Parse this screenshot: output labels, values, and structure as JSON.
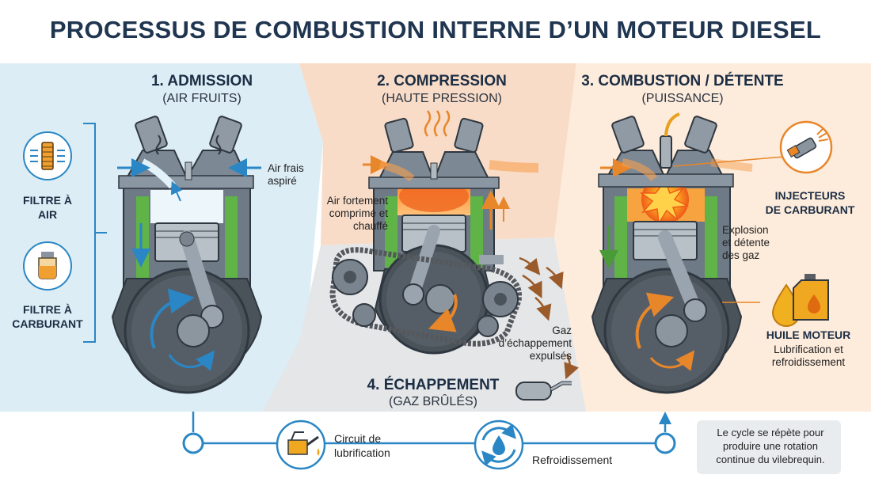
{
  "title": "PROCESSUS DE COMBUSTION INTERNE D’UN MOTEUR DIESEL",
  "stages": {
    "admission": {
      "heading": "1. ADMISSION",
      "sub": "(AIR FRUITS)",
      "note": "Air frais\naspiré"
    },
    "compression": {
      "heading": "2. COMPRESSION",
      "sub": "(HAUTE PRESSION)",
      "note": "Air fortement\ncomprimé et\nchauffé"
    },
    "combustion": {
      "heading": "3. COMBUSTION / DÉTENTE",
      "sub": "(PUISSANCE)",
      "note": "Explosion\net détente\ndes gaz"
    },
    "exhaust": {
      "heading": "4. ÉCHAPPEMENT",
      "sub": "(GAZ BRÛLÉS)",
      "note": "Gaz\nd’échappement\nexpulsés"
    }
  },
  "side_left": {
    "air_filter": "FILTRE À\nAIR",
    "fuel_filter": "FILTRE À\nCARBURANT"
  },
  "side_right": {
    "injectors": "INJECTEURS\nDE CARBURANT",
    "oil_title": "HUILE MOTEUR",
    "oil_desc": "Lubrification et\nrefroidissement"
  },
  "bottom": {
    "lubrication": "Circuit de\nlubrification",
    "cooling": "Refroidissement",
    "cycle_note": "Le cycle se répète pour\nproduire une rotation\ncontinue du vilebrequin."
  },
  "colors": {
    "title": "#1f3550",
    "admission_bg": "#dcedf5",
    "compression_bg": "#f8dcc8",
    "combustion_bg": "#fdebdb",
    "exhaust_bg": "#e4e6e8",
    "accent_blue": "#2a86c4",
    "accent_orange": "#e8862a",
    "cylinder_green": "#5fb347"
  },
  "icons": [
    "air-filter-icon",
    "fuel-filter-icon",
    "fuel-injector-icon",
    "oil-drop-icon",
    "oil-can-icon",
    "oil-pump-icon",
    "cooling-cycle-icon"
  ]
}
